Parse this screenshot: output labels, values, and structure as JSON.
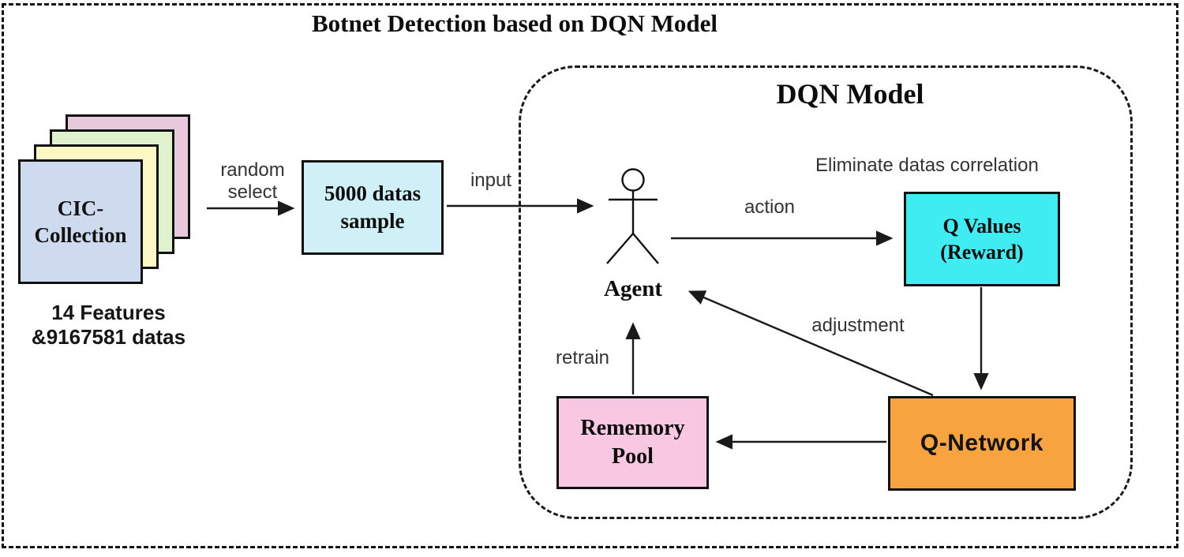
{
  "figure_title": "Botnet Detection based on DQN Model",
  "colors": {
    "card_back_pink": "#e6c9da",
    "card_green": "#dff2ce",
    "card_yellow": "#fbf8c6",
    "card_front_blue": "#cedaee",
    "sample_box": "#cff0f6",
    "q_values_box": "#3fecf2",
    "q_network_box": "#f6a340",
    "rememory_box": "#f8c8e3"
  },
  "dataset": {
    "card_line1": "CIC-",
    "card_line2": "Collection",
    "caption_line1": "14 Features",
    "caption_line2": "&9167581 datas"
  },
  "sample_box": {
    "line1": "5000 datas",
    "line2": "sample"
  },
  "dqn": {
    "title": "DQN Model"
  },
  "agent": {
    "label": "Agent"
  },
  "q_values_box": {
    "line1": "Q Values",
    "line2": "(Reward)"
  },
  "q_network_box": {
    "label": "Q-Network"
  },
  "rememory_box": {
    "line1": "Rememory",
    "line2": "Pool"
  },
  "edge_labels": {
    "random_line1": "random",
    "random_line2": "select",
    "input": "input",
    "action": "action",
    "eliminate": "Eliminate datas correlation",
    "adjustment": "adjustment",
    "retrain": "retrain"
  }
}
